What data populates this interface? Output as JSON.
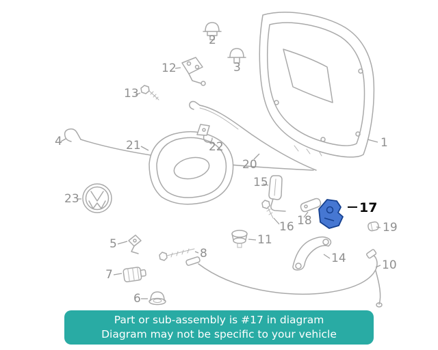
{
  "diagram": {
    "highlight_color": "#4677d2",
    "highlight_outline_color": "#15408f",
    "line_color": "#a9a9a9",
    "label_color": "#8f8f8f",
    "labels": {
      "l1": "1",
      "l2": "2",
      "l3": "3",
      "l4": "4",
      "l5": "5",
      "l6": "6",
      "l7": "7",
      "l8": "8",
      "l10": "10",
      "l11": "11",
      "l12": "12",
      "l13": "13",
      "l14": "14",
      "l15": "15",
      "l16": "16",
      "l17": "17",
      "l18": "18",
      "l19": "19",
      "l20": "20",
      "l21": "21",
      "l22": "22",
      "l23": "23"
    }
  },
  "caption": {
    "line1": "Part or sub-assembly is #17 in diagram",
    "line2": "Diagram may not be specific to your vehicle",
    "bg_color": "#29aba4",
    "text_color": "#ffffff"
  }
}
